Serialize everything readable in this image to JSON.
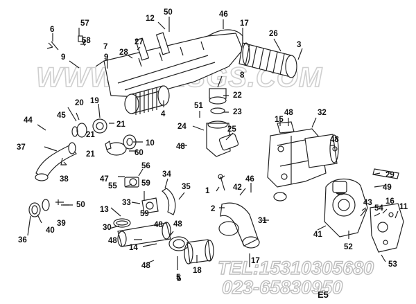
{
  "watermark": "WWW.CQKSGS.COM",
  "contact": {
    "tel": "TEL:15310305680",
    "phone": "023-65830950"
  },
  "page_ref": "E5",
  "callouts": [
    "6",
    "57",
    "58",
    "12",
    "50",
    "46",
    "17",
    "26",
    "3",
    "9",
    "7",
    "9",
    "27",
    "28",
    "8",
    "22",
    "23",
    "20",
    "19",
    "45",
    "44",
    "21",
    "4",
    "51",
    "24",
    "25",
    "21",
    "15",
    "48",
    "32",
    "48",
    "10",
    "60",
    "37",
    "21",
    "38",
    "48",
    "47",
    "56",
    "34",
    "35",
    "1",
    "42",
    "46",
    "43",
    "29",
    "55",
    "59",
    "33",
    "50",
    "13",
    "2",
    "5",
    "31",
    "49",
    "16",
    "11",
    "54",
    "59",
    "30",
    "48",
    "39",
    "40",
    "36",
    "41",
    "52",
    "14",
    "48",
    "48",
    "18",
    "17",
    "53",
    "5",
    "48"
  ]
}
